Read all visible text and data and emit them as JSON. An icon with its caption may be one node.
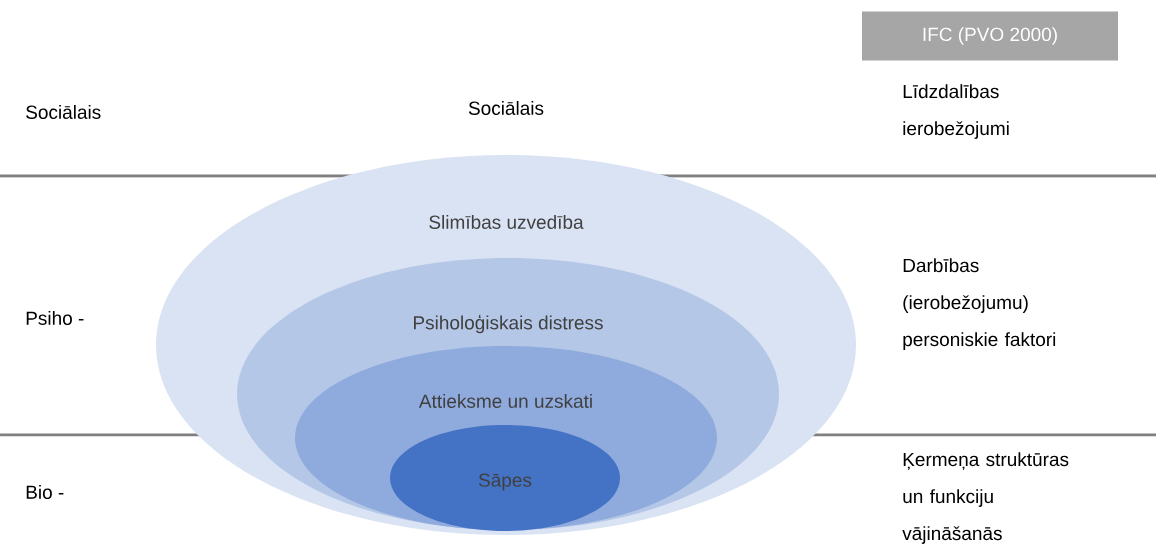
{
  "diagram": {
    "nodes": [
      {
        "text": [
          "Slimības uzvedība"
        ]
      },
      {
        "text": [
          "Psiholoģiskais distress"
        ],
        "in": 0
      },
      {
        "text": [
          "Attieksme un uzskati"
        ],
        "in": 1
      },
      {
        "text": [
          "Sāpes"
        ],
        "in": 2
      },
      {
        "text": [
          "IFC (PVO 2000)"
        ]
      }
    ],
    "edges": [],
    "labels": [
      "Sociālais",
      "Sociālais",
      "Līdzdalības ierobežojumi",
      "Psiho -",
      "Darbības (ierobežojumu) personiskie faktori",
      "Bio -",
      "Ķermeņa struktūras un funkciju vājināšanās"
    ]
  }
}
